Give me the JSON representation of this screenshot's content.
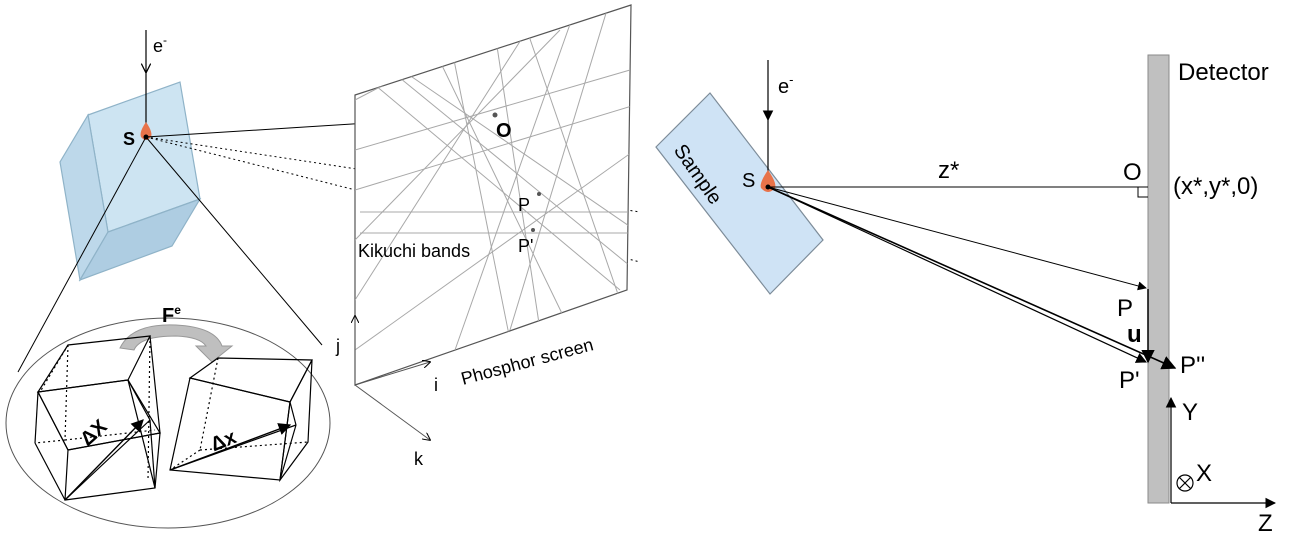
{
  "left": {
    "beam": {
      "label": "e",
      "sup": "-"
    },
    "source": "S",
    "pattern_center": "O",
    "point_p": "P",
    "point_p_prime": "P'",
    "bands_label": "Kikuchi bands",
    "screen_label": "Phosphor screen",
    "axis_i": "i",
    "axis_j": "j",
    "axis_k": "k",
    "deformation": {
      "label": "F",
      "sup": "e",
      "ref_vector": "ΔX",
      "def_vector": "Δx"
    }
  },
  "right": {
    "beam": {
      "label": "e",
      "sup": "-"
    },
    "sample_label": "Sample",
    "source": "S",
    "detector_label": "Detector",
    "detector_distance": "z*",
    "pattern_center": "O",
    "pattern_center_coords": "(x*,y*,0)",
    "point_p": "P",
    "shift_vector": "u",
    "point_p_prime": "P'",
    "point_p_double_prime": "P''",
    "axis_x": "X",
    "axis_y": "Y",
    "axis_z": "Z"
  },
  "colors": {
    "crystal_fill": "#cde4f2",
    "crystal_stroke": "#8fb3c8",
    "sample_fill": "#cfe3f5",
    "source_dot": "#e8734a",
    "detector_fill": "#c0c0c0",
    "arrow_fill": "#bfbfbf"
  }
}
